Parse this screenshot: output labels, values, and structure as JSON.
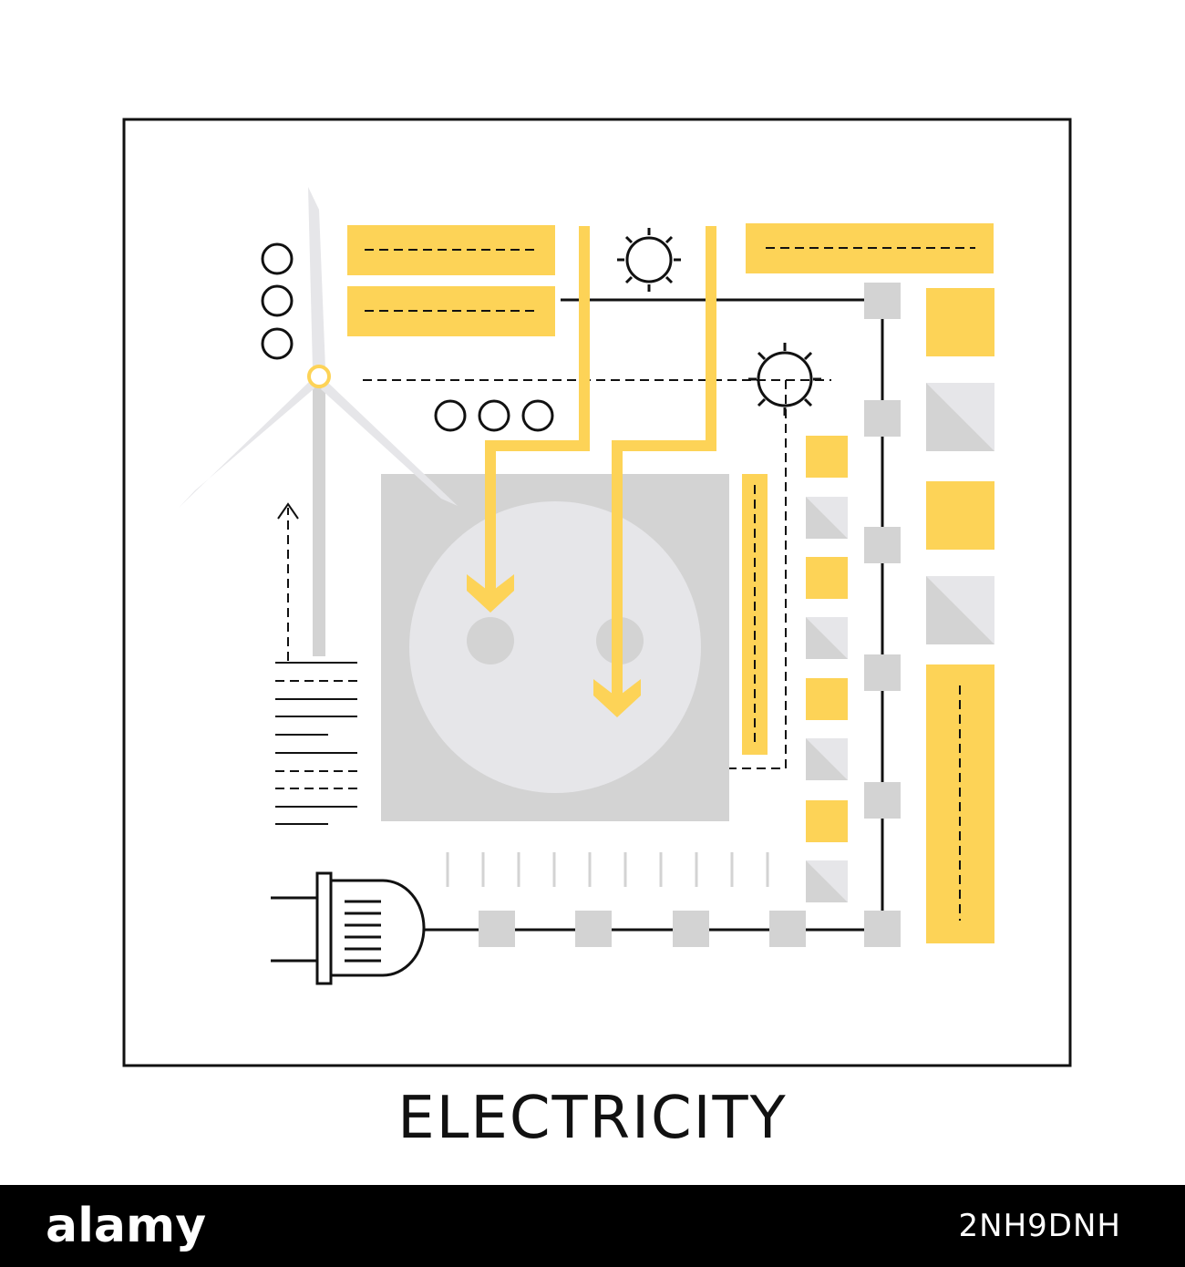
{
  "caption": "ELECTRICITY",
  "footer": {
    "logo_text": "alamy",
    "image_id": "2NH9DNH"
  },
  "colors": {
    "accent_yellow": "#FDD357",
    "light_gray": "#E6E6E9",
    "mid_gray": "#D3D3D3",
    "line_black": "#111111",
    "footer_bg": "#000000"
  },
  "icons": [
    "wind-turbine-icon",
    "sun-icon",
    "power-socket-icon",
    "electric-plug-icon"
  ]
}
